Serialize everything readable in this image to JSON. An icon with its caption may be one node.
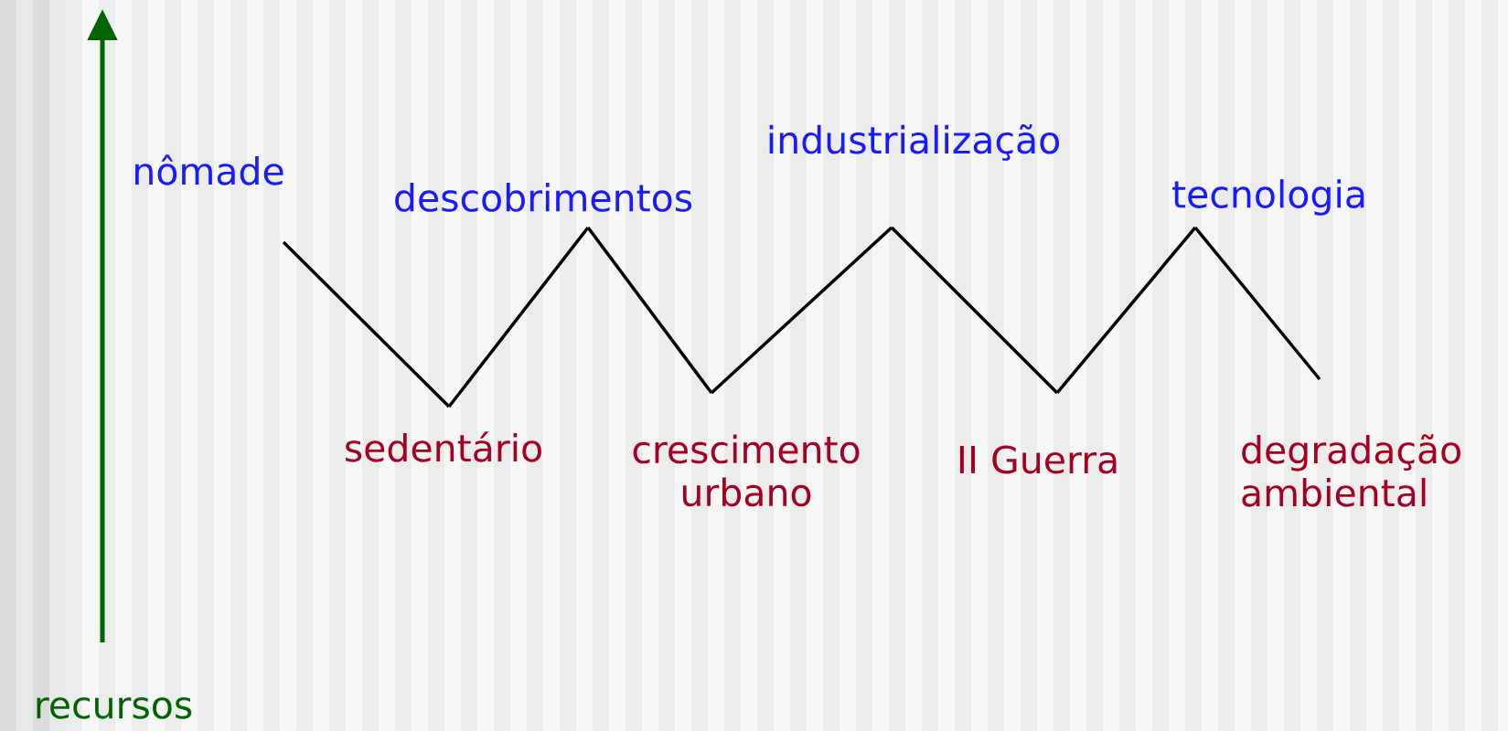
{
  "diagram": {
    "nodes": [
      {
        "text": [
          "nômade"
        ]
      },
      {
        "text": [
          "sedentário"
        ]
      },
      {
        "text": [
          "descobrimentos"
        ]
      },
      {
        "text": [
          "crescimento urbano"
        ]
      },
      {
        "text": [
          "industrialização"
        ]
      },
      {
        "text": [
          "II Guerra"
        ]
      },
      {
        "text": [
          "tecnologia"
        ]
      },
      {
        "text": [
          "degradação ambiental"
        ]
      }
    ],
    "edges": [
      {
        "from": 0,
        "to": 1,
        "arrow": "none"
      },
      {
        "from": 1,
        "to": 2,
        "arrow": "none"
      },
      {
        "from": 2,
        "to": 3,
        "arrow": "none"
      },
      {
        "from": 3,
        "to": 4,
        "arrow": "none"
      },
      {
        "from": 4,
        "to": 5,
        "arrow": "none"
      },
      {
        "from": 5,
        "to": 6,
        "arrow": "none"
      },
      {
        "from": 6,
        "to": 7,
        "arrow": "none"
      }
    ],
    "labels": [
      "recursos"
    ]
  }
}
